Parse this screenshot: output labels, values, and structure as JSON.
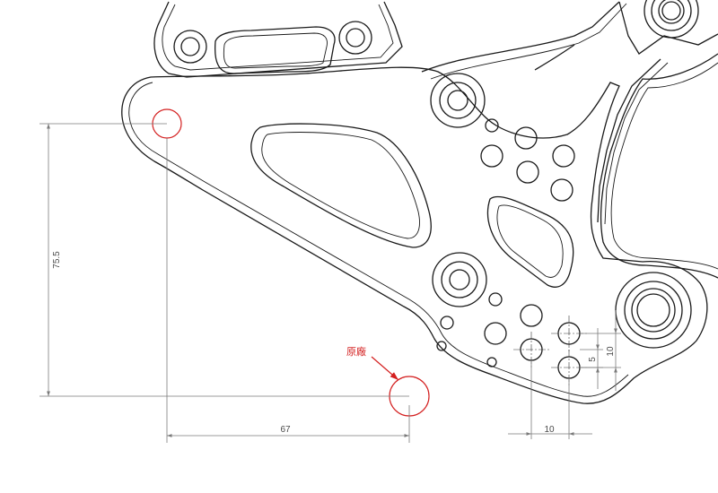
{
  "dimensions": {
    "vertical_main": "75.5",
    "horizontal_main": "67",
    "hole_spacing_horizontal": "10",
    "hole_offset_vertical": "5",
    "hole_spacing_vertical": "10"
  },
  "annotation": {
    "label": "原廠",
    "color": "#d42020"
  },
  "colors": {
    "outline": "#1a1a1a",
    "dimension": "#7a7a7a",
    "highlight": "#d42020"
  }
}
